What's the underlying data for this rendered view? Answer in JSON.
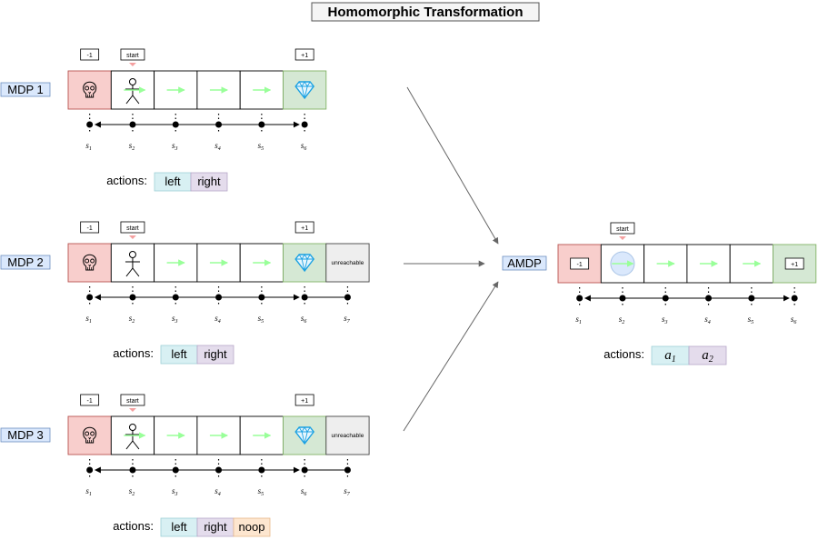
{
  "title": "Homomorphic Transformation",
  "reward_negative": "-1",
  "reward_positive": "+1",
  "start_label": "start",
  "unreachable_label": "unreachable",
  "actions_label": "actions:",
  "amdp_label": "AMDP",
  "mdps": [
    {
      "label": "MDP 1",
      "unreachable": false,
      "states": [
        "s1",
        "s2",
        "s3",
        "s4",
        "s5",
        "s6"
      ],
      "actions": [
        "left",
        "right"
      ]
    },
    {
      "label": "MDP 2",
      "unreachable": true,
      "states": [
        "s1",
        "s2",
        "s3",
        "s4",
        "s5",
        "s6",
        "s7"
      ],
      "actions": [
        "left",
        "right"
      ]
    },
    {
      "label": "MDP 3",
      "unreachable": true,
      "states": [
        "s1",
        "s2",
        "s3",
        "s4",
        "s5",
        "s6",
        "s7"
      ],
      "actions": [
        "left",
        "right",
        "noop"
      ]
    }
  ],
  "amdp": {
    "states": [
      "s1",
      "s2",
      "s3",
      "s4",
      "s5",
      "s6"
    ],
    "actions": [
      {
        "letter": "a",
        "sub": "1"
      },
      {
        "letter": "a",
        "sub": "2"
      }
    ]
  },
  "colors": {
    "label_fill": "#dae8fc",
    "label_stroke": "#6c8ebf",
    "negative_fill": "#f8cecc",
    "negative_stroke": "#b85450",
    "goal_fill": "#d5e8d4",
    "goal_stroke": "#82b366",
    "unreachable_fill": "#eeeeee",
    "arrow_green": "#99ff99",
    "start_marker": "#f4a0a0",
    "action_left": "#d8f0f3",
    "action_right": "#e4dcec",
    "action_noop": "#fde6cf",
    "diamond": "#1ba1e2"
  }
}
